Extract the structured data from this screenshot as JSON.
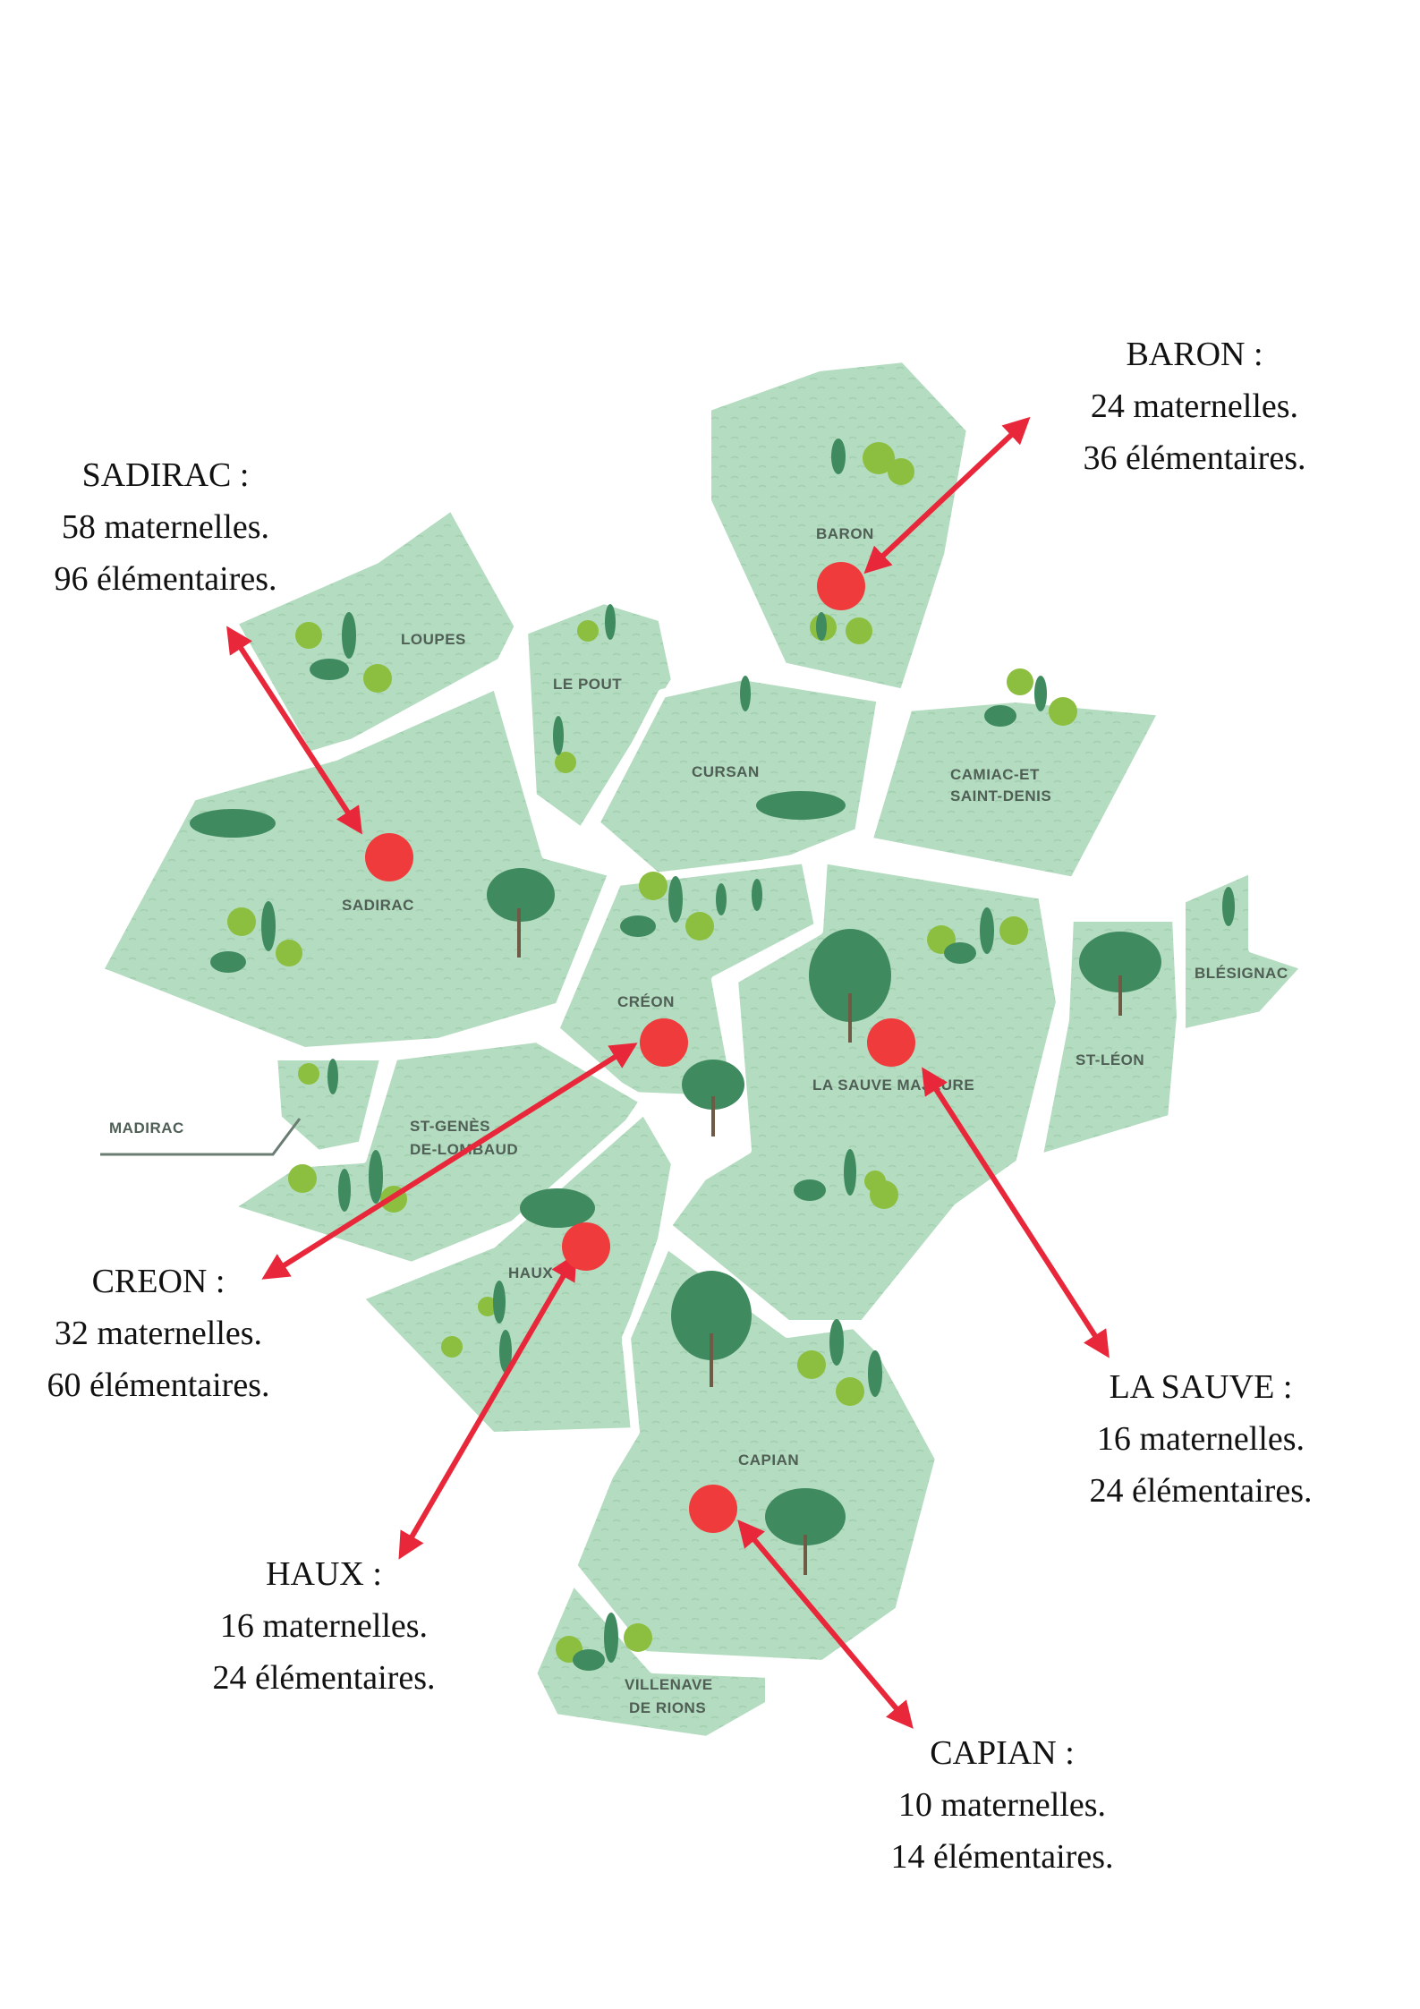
{
  "colors": {
    "region_fill": "#b4dcc0",
    "region_stroke": "#ffffff",
    "marker": "#ef3b3b",
    "arrow": "#e8283a",
    "tree_dark": "#3f8a5f",
    "tree_light": "#8cbf3f"
  },
  "regions": {
    "loupes": "LOUPES",
    "le_pout": "LE POUT",
    "baron": "BARON",
    "cursan": "CURSAN",
    "camiac_1": "CAMIAC-ET",
    "camiac_2": "SAINT-DENIS",
    "sadirac": "SADIRAC",
    "creon": "CRÉON",
    "la_sauve": "LA SAUVE MAJEURE",
    "st_leon": "ST-LÉON",
    "blesignac": "BLÉSIGNAC",
    "madirac": "MADIRAC",
    "st_genes_1": "ST-GENÈS",
    "st_genes_2": "DE-LOMBAUD",
    "haux": "HAUX",
    "capian": "CAPIAN",
    "villenave_1": "VILLENAVE",
    "villenave_2": "DE RIONS"
  },
  "callouts": {
    "baron": {
      "name": "BARON :",
      "maternelles": "24 maternelles.",
      "elementaires": "36 élémentaires."
    },
    "sadirac": {
      "name": "SADIRAC :",
      "maternelles": "58 maternelles.",
      "elementaires": "96 élémentaires."
    },
    "creon": {
      "name": "CREON :",
      "maternelles": "32 maternelles.",
      "elementaires": "60 élémentaires."
    },
    "la_sauve": {
      "name": "LA SAUVE :",
      "maternelles": "16 maternelles.",
      "elementaires": "24 élémentaires."
    },
    "haux": {
      "name": "HAUX :",
      "maternelles": "16 maternelles.",
      "elementaires": "24 élémentaires."
    },
    "capian": {
      "name": "CAPIAN :",
      "maternelles": "10 maternelles.",
      "elementaires": "14 élémentaires."
    }
  }
}
